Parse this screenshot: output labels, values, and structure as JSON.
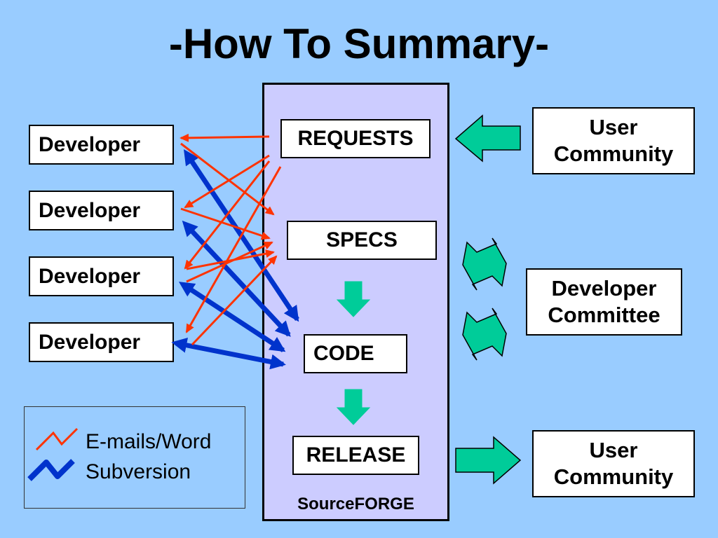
{
  "title": "-How To Summary-",
  "developers": [
    "Developer",
    "Developer",
    "Developer",
    "Developer"
  ],
  "stages": {
    "requests": "REQUESTS",
    "specs": "SPECS",
    "code": "CODE",
    "release": "RELEASE"
  },
  "container_label": "SourceFORGE",
  "right": {
    "user_community_top": [
      "User",
      "Community"
    ],
    "developer_committee": [
      "Developer",
      "Committee"
    ],
    "user_community_bottom": [
      "User",
      "Community"
    ]
  },
  "legend": {
    "email": "E-mails/Word",
    "svn": "Subversion"
  },
  "colors": {
    "background": "#99ccff",
    "panel": "#ccccff",
    "email_arrow": "#ff3300",
    "svn_arrow": "#0033cc",
    "flow_arrow": "#00cc99"
  }
}
